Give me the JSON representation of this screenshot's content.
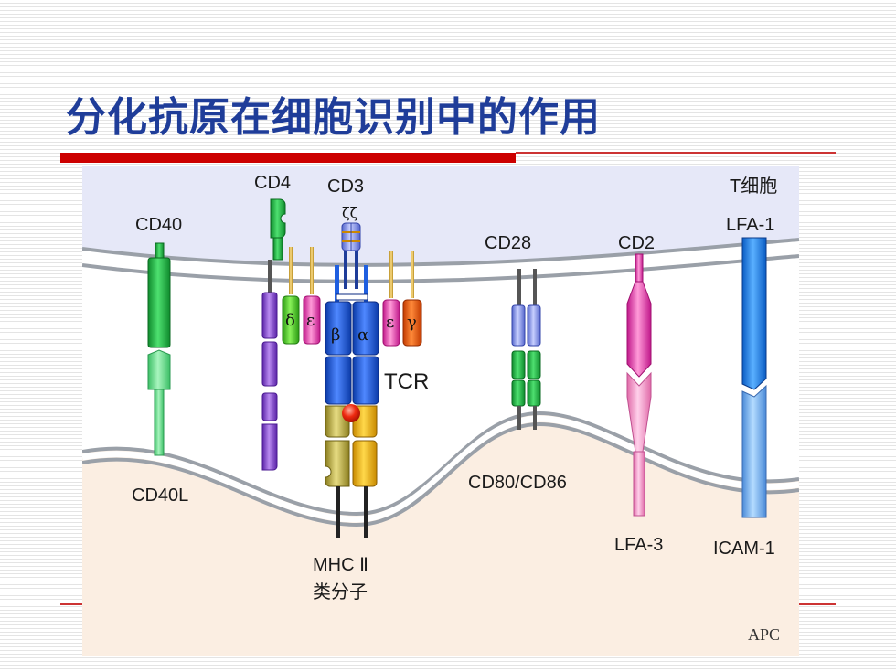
{
  "slide": {
    "title": "分化抗原在细胞识别中的作用"
  },
  "diagram": {
    "cell_labels": {
      "t_cell": "T细胞",
      "apc": "APC"
    },
    "molecules": {
      "cd40": "CD40",
      "cd40l": "CD40L",
      "cd4": "CD4",
      "cd3": "CD3",
      "tcr": "TCR",
      "mhc_line1": "MHC Ⅱ",
      "mhc_line2": "类分子",
      "cd28": "CD28",
      "cd80_cd86": "CD80/CD86",
      "cd2": "CD2",
      "lfa3": "LFA-3",
      "lfa1": "LFA-1",
      "icam1": "ICAM-1"
    },
    "chains": {
      "delta": "δ",
      "epsilon_left": "ε",
      "beta": "β",
      "alpha": "α",
      "epsilon_right": "ε",
      "gamma": "γ"
    },
    "squiggle": "ζζ",
    "colors": {
      "t_cell_fill": "#e6e8f8",
      "apc_fill": "#fbeee2",
      "membrane": "#9aa0a8",
      "cd40": "#22bb44",
      "cd40l": "#66dd88",
      "cd4": "#9955dd",
      "delta": "#44cc22",
      "epsilon": "#ff66cc",
      "gamma": "#ff5500",
      "tcr": "#1f5fe0",
      "mhc": "#ccbb44",
      "cd28": "#9aaaff",
      "cd80": "#11aa44",
      "cd2": "#ff44aa",
      "lfa1": "#2288ee"
    }
  }
}
